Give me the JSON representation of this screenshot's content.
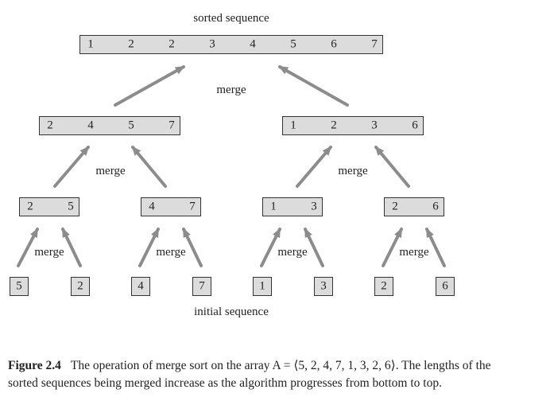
{
  "diagram": {
    "top_label": "sorted sequence",
    "bottom_label": "initial sequence",
    "merge_label": "merge",
    "levels": {
      "sorted": [
        [
          "1",
          "2",
          "2",
          "3",
          "4",
          "5",
          "6",
          "7"
        ]
      ],
      "level_2": [
        [
          "2",
          "4",
          "5",
          "7"
        ],
        [
          "1",
          "2",
          "3",
          "6"
        ]
      ],
      "level_1": [
        [
          "2",
          "5"
        ],
        [
          "4",
          "7"
        ],
        [
          "1",
          "3"
        ],
        [
          "2",
          "6"
        ]
      ],
      "initial": [
        [
          "5"
        ],
        [
          "2"
        ],
        [
          "4"
        ],
        [
          "7"
        ],
        [
          "1"
        ],
        [
          "3"
        ],
        [
          "2"
        ],
        [
          "6"
        ]
      ]
    }
  },
  "caption": {
    "figure_label": "Figure 2.4",
    "text_line1": "The operation of merge sort on the array A = ⟨5, 2, 4, 7, 1, 3, 2, 6⟩. The lengths of the",
    "text_line2": "sorted sequences being merged increase as the algorithm progresses from bottom to top."
  },
  "colors": {
    "box_fill": "#dcdcdc",
    "arrow": "#8c8c8c"
  }
}
